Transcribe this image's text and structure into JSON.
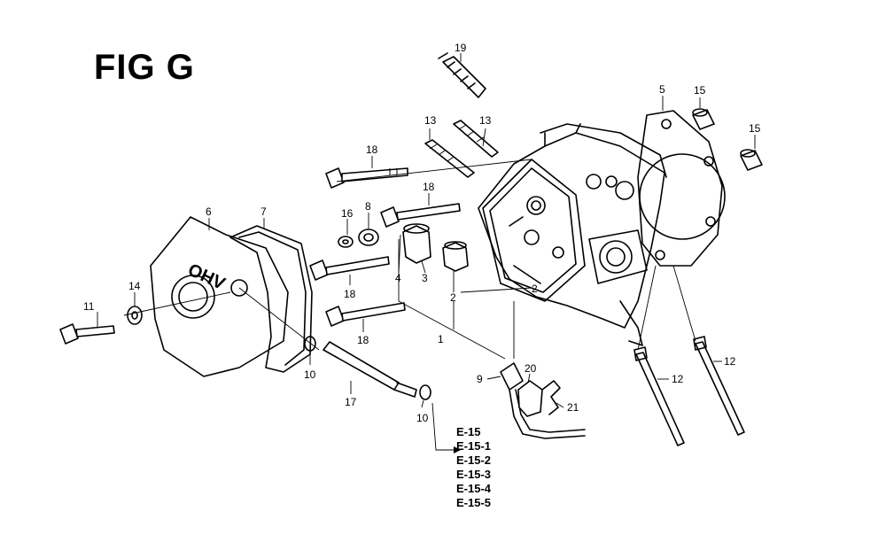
{
  "figure": {
    "title": "FIG G"
  },
  "callouts": {
    "c1": "1",
    "c2a": "2",
    "c2b": "2",
    "c3": "3",
    "c4": "4",
    "c5": "5",
    "c6": "6",
    "c7": "7",
    "c8": "8",
    "c9": "9",
    "c10a": "10",
    "c10b": "10",
    "c11": "11",
    "c12a": "12",
    "c12b": "12",
    "c13a": "13",
    "c13b": "13",
    "c14": "14",
    "c15a": "15",
    "c15b": "15",
    "c16": "16",
    "c17": "17",
    "c18a": "18",
    "c18b": "18",
    "c18c": "18",
    "c18d": "18",
    "c19": "19",
    "c20": "20",
    "c21": "21"
  },
  "cover_text": "OHV",
  "reference_list": [
    "E-15",
    "E-15-1",
    "E-15-2",
    "E-15-3",
    "E-15-4",
    "E-15-5"
  ]
}
